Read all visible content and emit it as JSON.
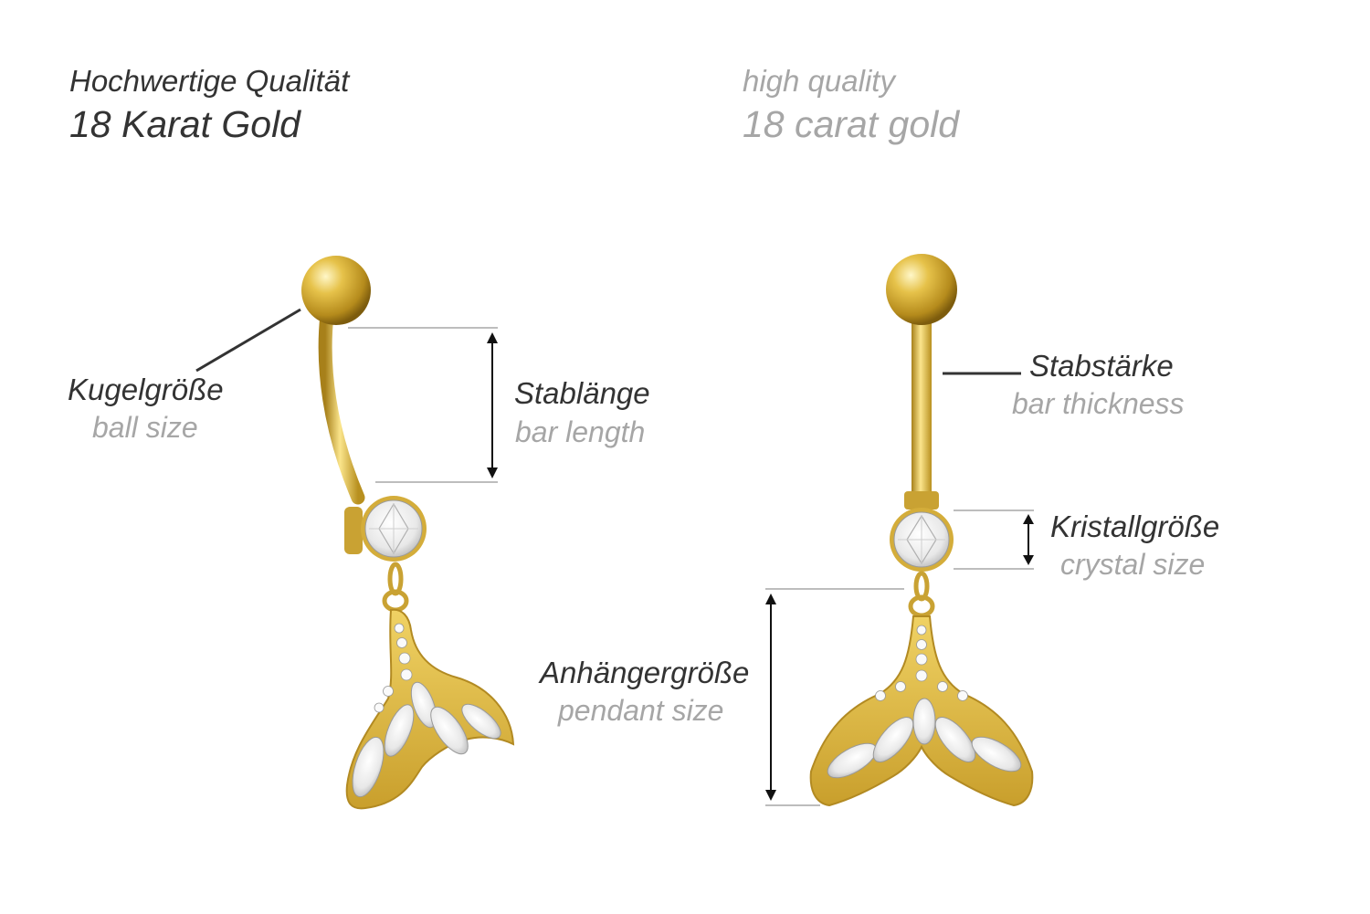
{
  "header": {
    "de_quality": "Hochwertige Qualität",
    "de_material": "18 Karat Gold",
    "en_quality": "high quality",
    "en_material": "18 carat gold"
  },
  "left_product": {
    "ball_size": {
      "de": "Kugelgröße",
      "en": "ball size"
    },
    "bar_length": {
      "de": "Stablänge",
      "en": "bar length"
    }
  },
  "right_product": {
    "bar_thickness": {
      "de": "Stabstärke",
      "en": "bar thickness"
    },
    "crystal_size": {
      "de": "Kristallgröße",
      "en": "crystal size"
    },
    "pendant_size": {
      "de": "Anhängergröße",
      "en": "pendant size"
    }
  },
  "colors": {
    "gold": "#d9b23a",
    "gold_dark": "#a7801a",
    "crystal": "#f2f2f2",
    "guide_line": "#bdbdbd",
    "text_dark": "#333333",
    "text_grey": "#a6a6a6"
  },
  "icons": [
    "gold-ball-icon",
    "curved-bar-icon",
    "crystal-icon",
    "mermaid-tail-pendant-icon"
  ]
}
